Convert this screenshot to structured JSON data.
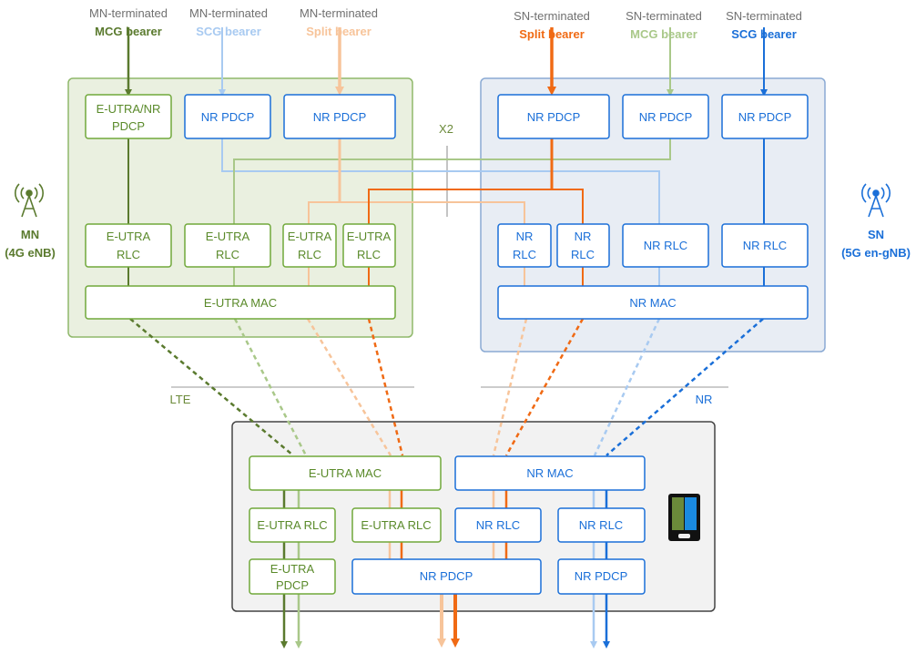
{
  "colors": {
    "mn_dark": "#5a7a2e",
    "mn_light": "#a9c889",
    "split_light": "#f7c49a",
    "split_orange": "#f06a14",
    "sn_blue": "#1a6fd8",
    "scg_light": "#a8caf1",
    "green_box": "#70a83a",
    "grey_text": "#707070"
  },
  "top": {
    "mn_mcg": {
      "term": "MN-terminated",
      "bearer": "MCG bearer"
    },
    "mn_scg": {
      "term": "MN-terminated",
      "bearer": "SCG bearer"
    },
    "mn_split": {
      "term": "MN-terminated",
      "bearer": "Split bearer"
    },
    "sn_split": {
      "term": "SN-terminated",
      "bearer": "Split bearer"
    },
    "sn_mcg": {
      "term": "SN-terminated",
      "bearer": "MCG bearer"
    },
    "sn_scg": {
      "term": "SN-terminated",
      "bearer": "SCG bearer"
    }
  },
  "mn": {
    "label": "MN",
    "sub": "(4G eNB)",
    "pdcp1": [
      "E-UTRA/NR",
      "PDCP"
    ],
    "pdcp2": "NR PDCP",
    "pdcp3": "NR PDCP",
    "rlc1": [
      "E-UTRA",
      "RLC"
    ],
    "rlc2": [
      "E-UTRA",
      "RLC"
    ],
    "rlc3": [
      "E-UTRA",
      "RLC"
    ],
    "rlc4": [
      "E-UTRA",
      "RLC"
    ],
    "mac": "E-UTRA MAC"
  },
  "sn": {
    "label": "SN",
    "sub": "(5G en-gNB)",
    "pdcp1": "NR PDCP",
    "pdcp2": "NR PDCP",
    "pdcp3": "NR PDCP",
    "rlc1": [
      "NR",
      "RLC"
    ],
    "rlc2": [
      "NR",
      "RLC"
    ],
    "rlc3": "NR RLC",
    "rlc4": "NR RLC",
    "mac": "NR MAC"
  },
  "x2": "X2",
  "lte": "LTE",
  "nr": "NR",
  "ue": {
    "eutra_mac": "E-UTRA MAC",
    "nr_mac": "NR MAC",
    "eutra_rlc1": "E-UTRA RLC",
    "eutra_rlc2": "E-UTRA RLC",
    "nr_rlc1": "NR RLC",
    "nr_rlc2": "NR RLC",
    "eutra_pdcp": [
      "E-UTRA",
      "PDCP"
    ],
    "nr_pdcp1": "NR PDCP",
    "nr_pdcp2": "NR PDCP"
  }
}
